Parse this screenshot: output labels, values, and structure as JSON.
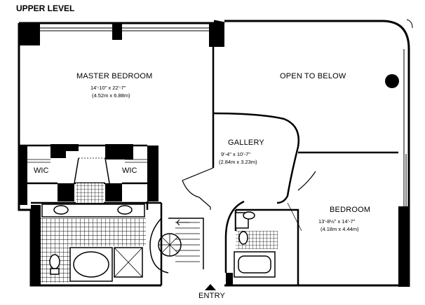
{
  "title": "UPPER LEVEL",
  "rooms": {
    "master_bedroom": {
      "name": "MASTER BEDROOM",
      "dim_imperial": "14'-10\" x 22'-7\"",
      "dim_metric": "(4.52m x 6.88m)"
    },
    "open_to_below": {
      "name": "OPEN TO BELOW"
    },
    "gallery": {
      "name": "GALLERY",
      "dim_imperial": "9'-4\" x 10'-7\"",
      "dim_metric": "(2.84m x 3.23m)"
    },
    "bedroom": {
      "name": "BEDROOM",
      "dim_imperial": "13'-8½\" x 14'-7\"",
      "dim_metric": "(4.18m x 4.44m)"
    },
    "wic_left": {
      "name": "WIC"
    },
    "wic_right": {
      "name": "WIC"
    }
  },
  "entry": {
    "label": "ENTRY"
  }
}
